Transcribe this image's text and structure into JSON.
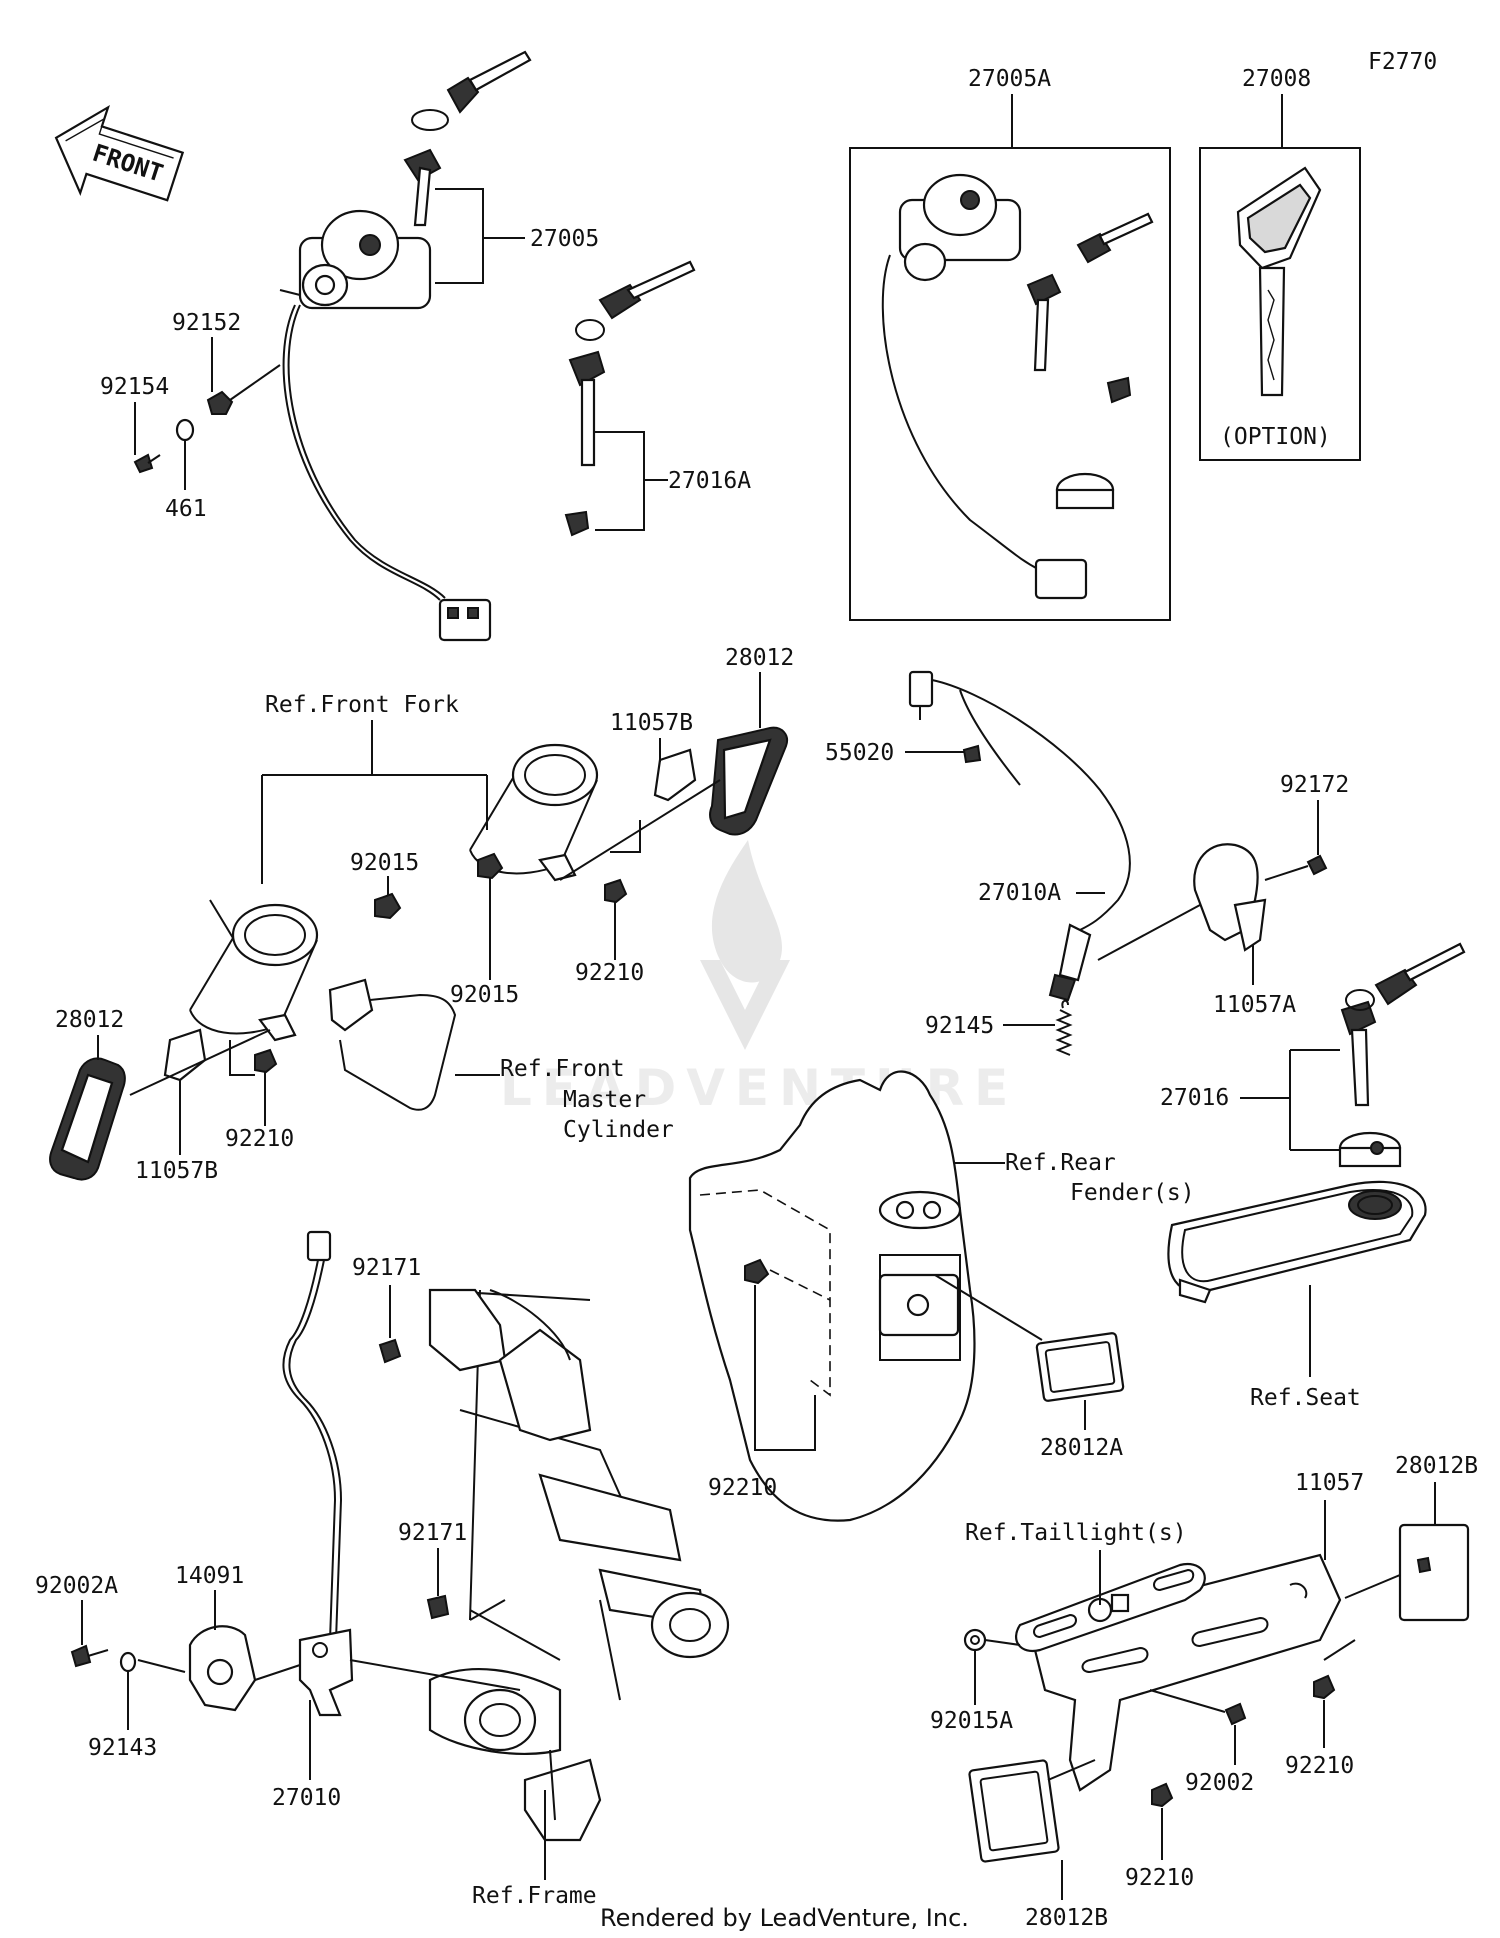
{
  "figure_code": "F2770",
  "front_arrow_label": "FRONT",
  "watermark": "LEADVENTURE",
  "footer": "Rendered by LeadVenture, Inc.",
  "callouts": {
    "c27005": "27005",
    "c27005A": "27005A",
    "c27008": "27008",
    "option": "(OPTION)",
    "c92152": "92152",
    "c92154": "92154",
    "c461": "461",
    "c27016A": "27016A",
    "c28012_top": "28012",
    "ref_front_fork": "Ref.Front Fork",
    "c11057B_top": "11057B",
    "c92015_a": "92015",
    "c92015_b": "92015",
    "c92210_a": "92210",
    "c28012_left": "28012",
    "c92210_b": "92210",
    "c11057B_bottom": "11057B",
    "ref_master_1": "Ref.Front",
    "ref_master_2": "Master",
    "ref_master_3": "Cylinder",
    "c55020": "55020",
    "c27010A": "27010A",
    "c92172": "92172",
    "c11057A": "11057A",
    "c92145": "92145",
    "c27016": "27016",
    "ref_rear_fender_1": "Ref.Rear",
    "ref_rear_fender_2": "Fender(s)",
    "ref_seat": "Ref.Seat",
    "c28012A": "28012A",
    "c92210_c": "92210",
    "c92171_a": "92171",
    "c92171_b": "92171",
    "c92002A": "92002A",
    "c14091": "14091",
    "c92143": "92143",
    "c27010": "27010",
    "ref_frame": "Ref.Frame",
    "c11057": "11057",
    "c28012B_top": "28012B",
    "ref_taillight": "Ref.Taillight(s)",
    "c92015A": "92015A",
    "c92002": "92002",
    "c92210_d": "92210",
    "c92210_e": "92210",
    "c28012B_bottom": "28012B"
  }
}
